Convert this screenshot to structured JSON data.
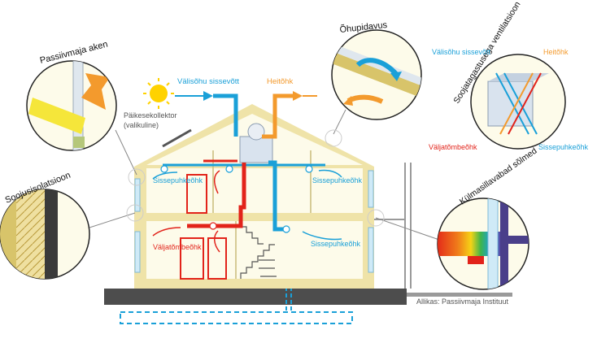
{
  "labels": {
    "passive_window": "Passiivmaja aken",
    "insulation": "Soojusisolatsioon",
    "airtightness": "Õhupidavus",
    "heat_recovery": "Soojatagastusega ventilatsioon",
    "thermal_bridges": "Külmasillavabad sõlmed",
    "outdoor_air_intake": "Välisõhu sissevõtt",
    "exhaust_air": "Heitõhk",
    "collector_line1": "Päikesekollektor",
    "collector_line2": "(valikuline)",
    "supply_air_left": "Sissepuhkeõhk",
    "supply_air_right": "Sissepuhkeõhk",
    "supply_air_lower": "Sissepuhkeõhk",
    "extract_air": "Väljatõmbeõhk",
    "hr_outdoor_air": "Välisõhu sissevõtt",
    "hr_exhaust_air": "Heitõhk",
    "hr_extract_air": "Väljatõmbeõhk",
    "hr_supply_air": "Sissepuhkeõhk",
    "source": "Allikas: Passiivmaja Instituut"
  },
  "colors": {
    "supply_blue": "#1aa0d8",
    "extract_red": "#e2231a",
    "exhaust_orange": "#f39a2d",
    "wall_beige": "#efe3a8",
    "interior": "#fdfbea",
    "ground": "#4d4d4d",
    "sun": "#ffd200"
  },
  "icons": [
    "sun-icon",
    "fan-icon"
  ]
}
